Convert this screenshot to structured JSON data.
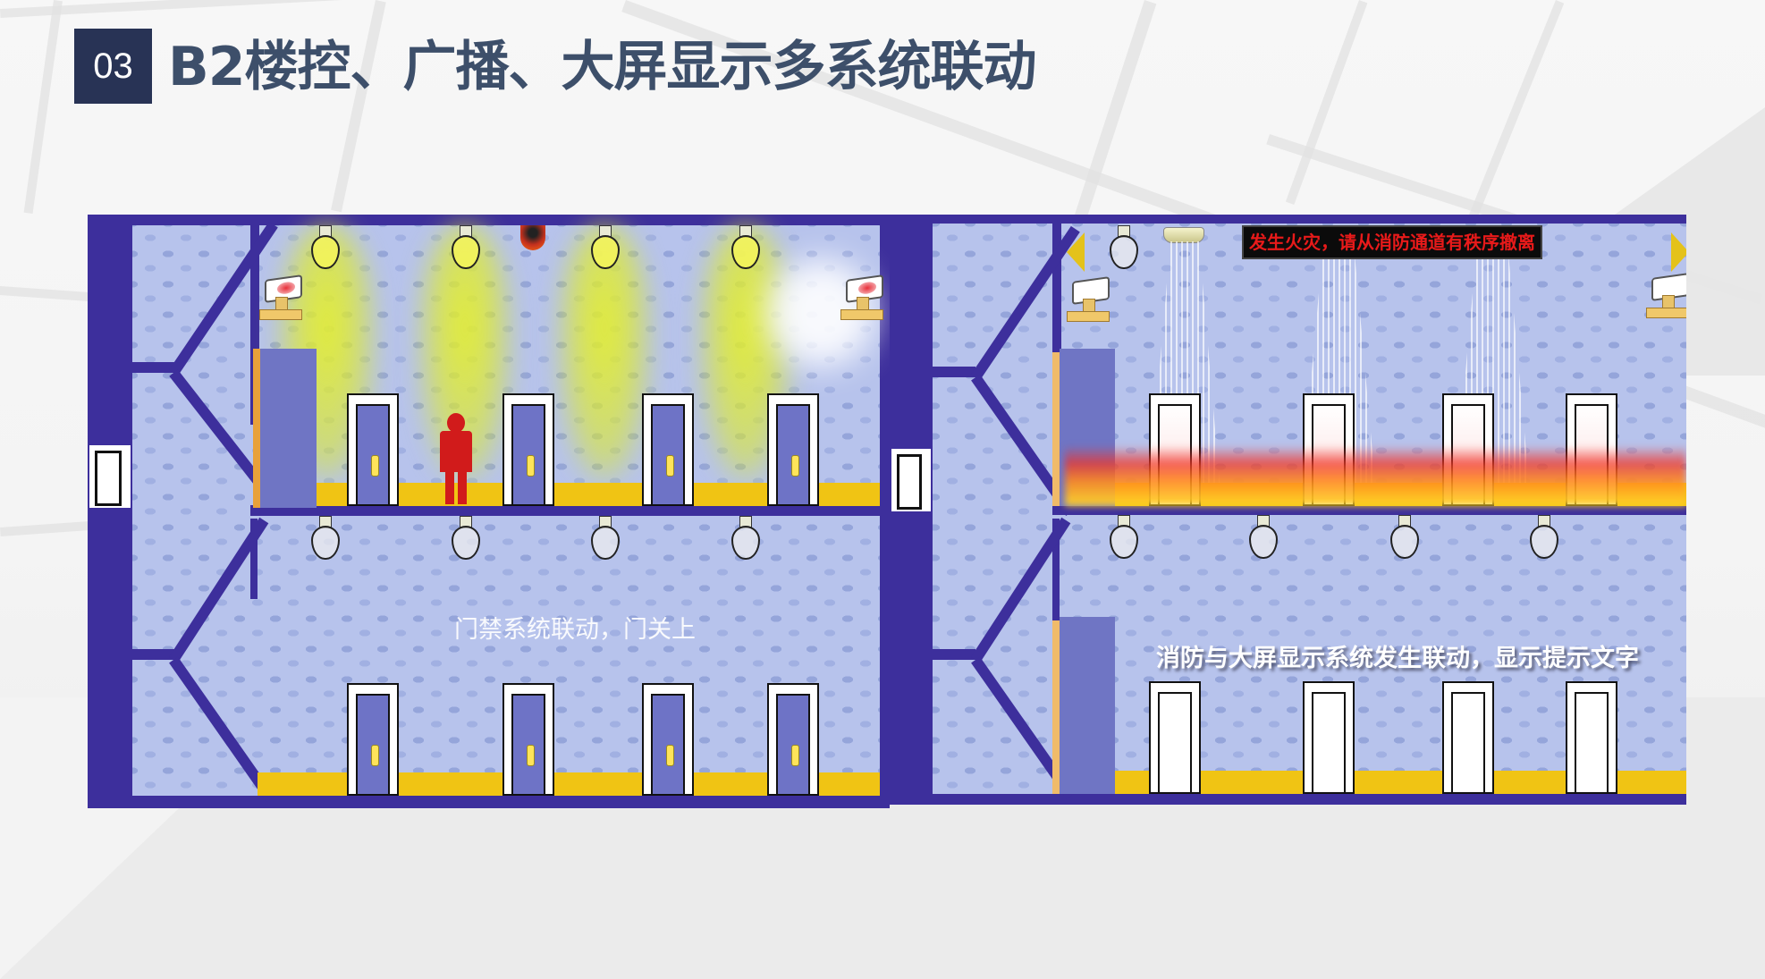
{
  "slide": {
    "section_number": "03",
    "title": "B2楼控、广播、大屏显示多系统联动"
  },
  "left_panel": {
    "caption": "门禁系统联动，门关上",
    "state": "lights-on, doors-closed",
    "icons": [
      "light-bulb-icon",
      "alarm-light-icon",
      "camera-icon",
      "door-icon",
      "person-icon",
      "elevator-icon"
    ]
  },
  "right_panel": {
    "led_sign_text": "发生火灾，请从消防通道有秩序撤离",
    "caption": "消防与大屏显示系统发生联动，显示提示文字",
    "state": "fire, sprinklers-active, doors-open",
    "icons": [
      "sprinkler-icon",
      "speaker-icon",
      "camera-icon",
      "door-icon",
      "fire-icon",
      "elevator-icon",
      "led-sign-icon"
    ]
  },
  "colors": {
    "badge_bg": "#283355",
    "title": "#3d4f6a",
    "structure": "#3d2f9c",
    "wall": "#b7c3ec",
    "floor_strip": "#f0c414",
    "door": "#6e73c6",
    "led_text": "#e81a1a"
  }
}
